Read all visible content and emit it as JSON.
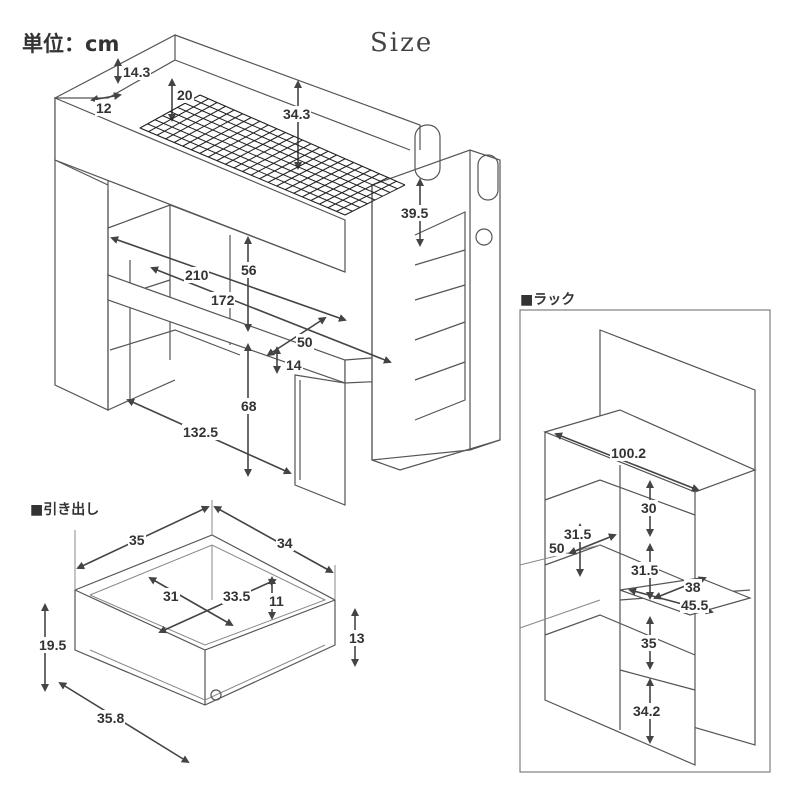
{
  "header": {
    "unit": "単位：cm",
    "title": "Size"
  },
  "sections": {
    "rack": "■ラック",
    "drawer": "■引き出し"
  },
  "loft_bed": {
    "dims": [
      "14.3",
      "12",
      "20",
      "34.3",
      "39.5",
      "56",
      "210",
      "172",
      "50",
      "14",
      "68",
      "132.5"
    ]
  },
  "rack": {
    "dims": [
      "100.2",
      "30",
      "31.5",
      "50",
      "31.5",
      "38",
      "45.5",
      "35",
      "34.2"
    ]
  },
  "drawer": {
    "dims": [
      "35",
      "34",
      "31",
      "33.5",
      "11",
      "19.5",
      "13",
      "35.8"
    ]
  }
}
